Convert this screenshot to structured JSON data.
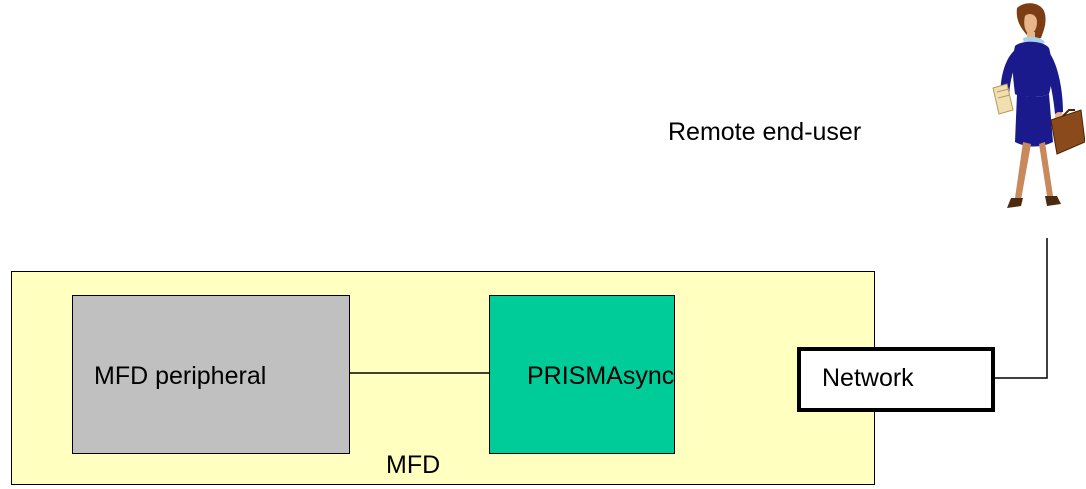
{
  "diagram": {
    "remote_user_label": "Remote end-user",
    "mfd_label": "MFD",
    "peripheral_label": "MFD peripheral",
    "prismasync_label": "PRISMAsync",
    "network_label": "Network"
  },
  "colors": {
    "mfd_fill": "#ffffc0",
    "peripheral_fill": "#c0c0c0",
    "prismasync_fill": "#00cc99",
    "network_fill": "#ffffff",
    "suit": "#1a1a8c",
    "briefcase": "#8b4a1c"
  },
  "icons": {
    "remote_user": "businesswoman-with-briefcase-icon"
  }
}
